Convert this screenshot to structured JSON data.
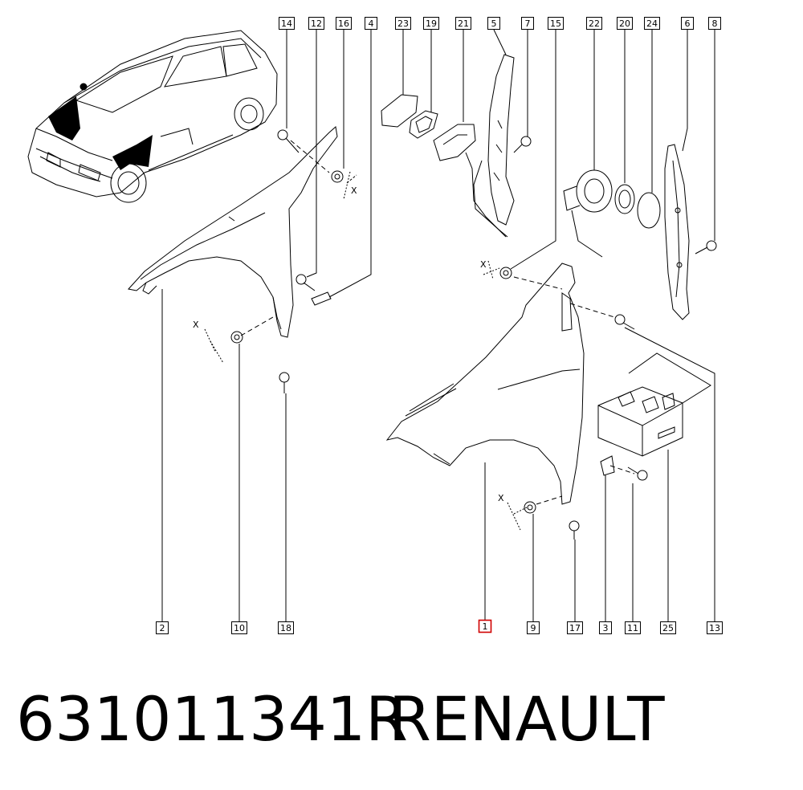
{
  "callouts": [
    "14",
    "12",
    "16",
    "4",
    "23",
    "19",
    "21",
    "5",
    "7",
    "15",
    "22",
    "20",
    "24",
    "6",
    "8",
    "2",
    "10",
    "18",
    "1",
    "9",
    "17",
    "3",
    "11",
    "25",
    "13"
  ],
  "highlighted_callout": "1",
  "axis_marks": [
    "X",
    "X",
    "X",
    "X"
  ],
  "footer": {
    "part_number": "631011341R",
    "brand": "RENAULT"
  },
  "colors": {
    "line": "#000000",
    "highlight": "#d00000",
    "background": "#ffffff"
  }
}
